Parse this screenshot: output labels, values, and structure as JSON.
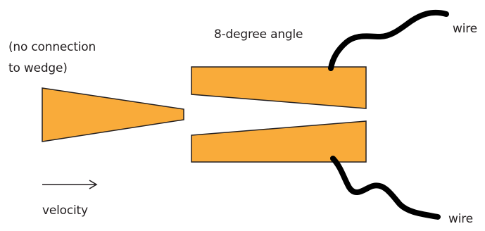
{
  "diagram": {
    "labels": {
      "note_line1": "(no connection",
      "note_line2": "to wedge)",
      "angle": "8-degree angle",
      "wire_top": "wire",
      "wire_bottom": "wire",
      "velocity": "velocity"
    },
    "colors": {
      "fill": "#f9ab3a",
      "stroke": "#231f20",
      "wire": "#000000"
    },
    "icons": {
      "velocity_arrow": "right-arrow"
    }
  }
}
